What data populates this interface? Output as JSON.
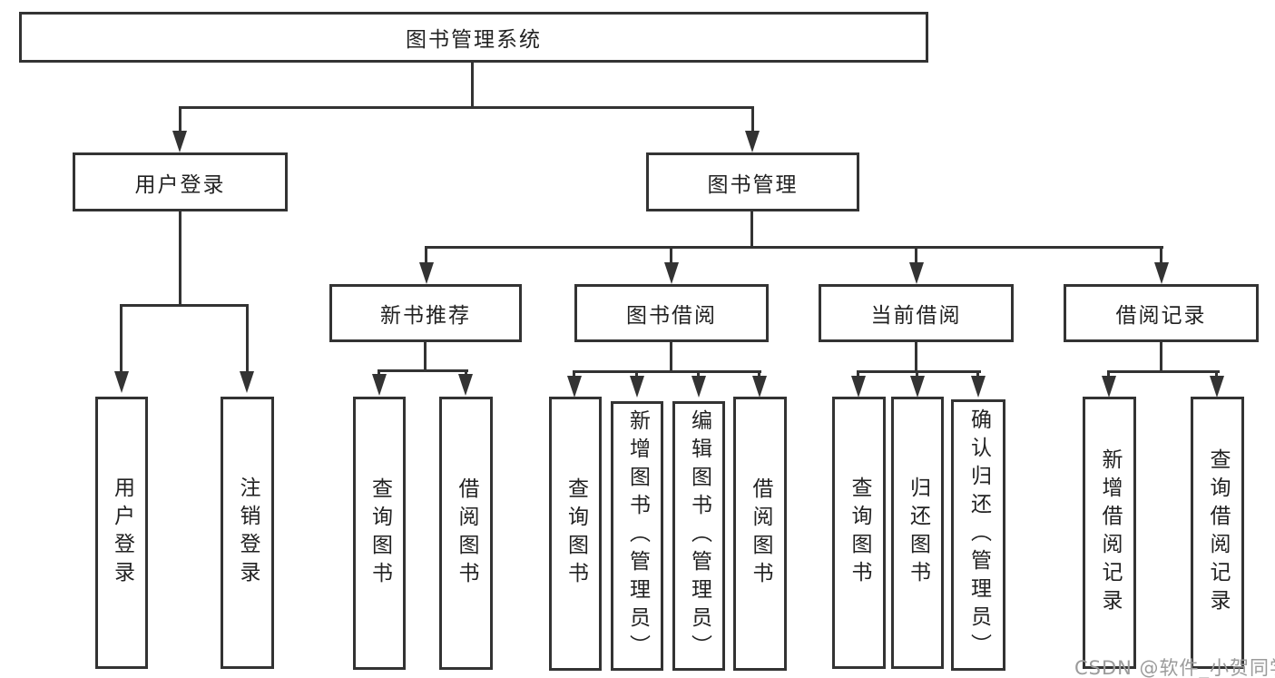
{
  "colors": {
    "line": "#333333",
    "text": "#222222",
    "background": "#ffffff",
    "watermark": "#9b9b9b"
  },
  "watermark": {
    "text": "CSDN @软件_小贺同学"
  },
  "tree": {
    "root": {
      "label": "图书管理系统",
      "children": [
        {
          "label": "用户登录",
          "children": [
            {
              "label": "用户登录"
            },
            {
              "label": "注销登录"
            }
          ]
        },
        {
          "label": "图书管理",
          "children": [
            {
              "label": "新书推荐",
              "children": [
                {
                  "label": "查询图书"
                },
                {
                  "label": "借阅图书"
                }
              ]
            },
            {
              "label": "图书借阅",
              "children": [
                {
                  "label": "查询图书"
                },
                {
                  "label": "新增图书（管理员）"
                },
                {
                  "label": "编辑图书（管理员）"
                },
                {
                  "label": "借阅图书"
                }
              ]
            },
            {
              "label": "当前借阅",
              "children": [
                {
                  "label": "查询图书"
                },
                {
                  "label": "归还图书"
                },
                {
                  "label": "确认归还（管理员）"
                }
              ]
            },
            {
              "label": "借阅记录",
              "children": [
                {
                  "label": "新增借阅记录"
                },
                {
                  "label": "查询借阅记录"
                }
              ]
            }
          ]
        }
      ]
    }
  }
}
